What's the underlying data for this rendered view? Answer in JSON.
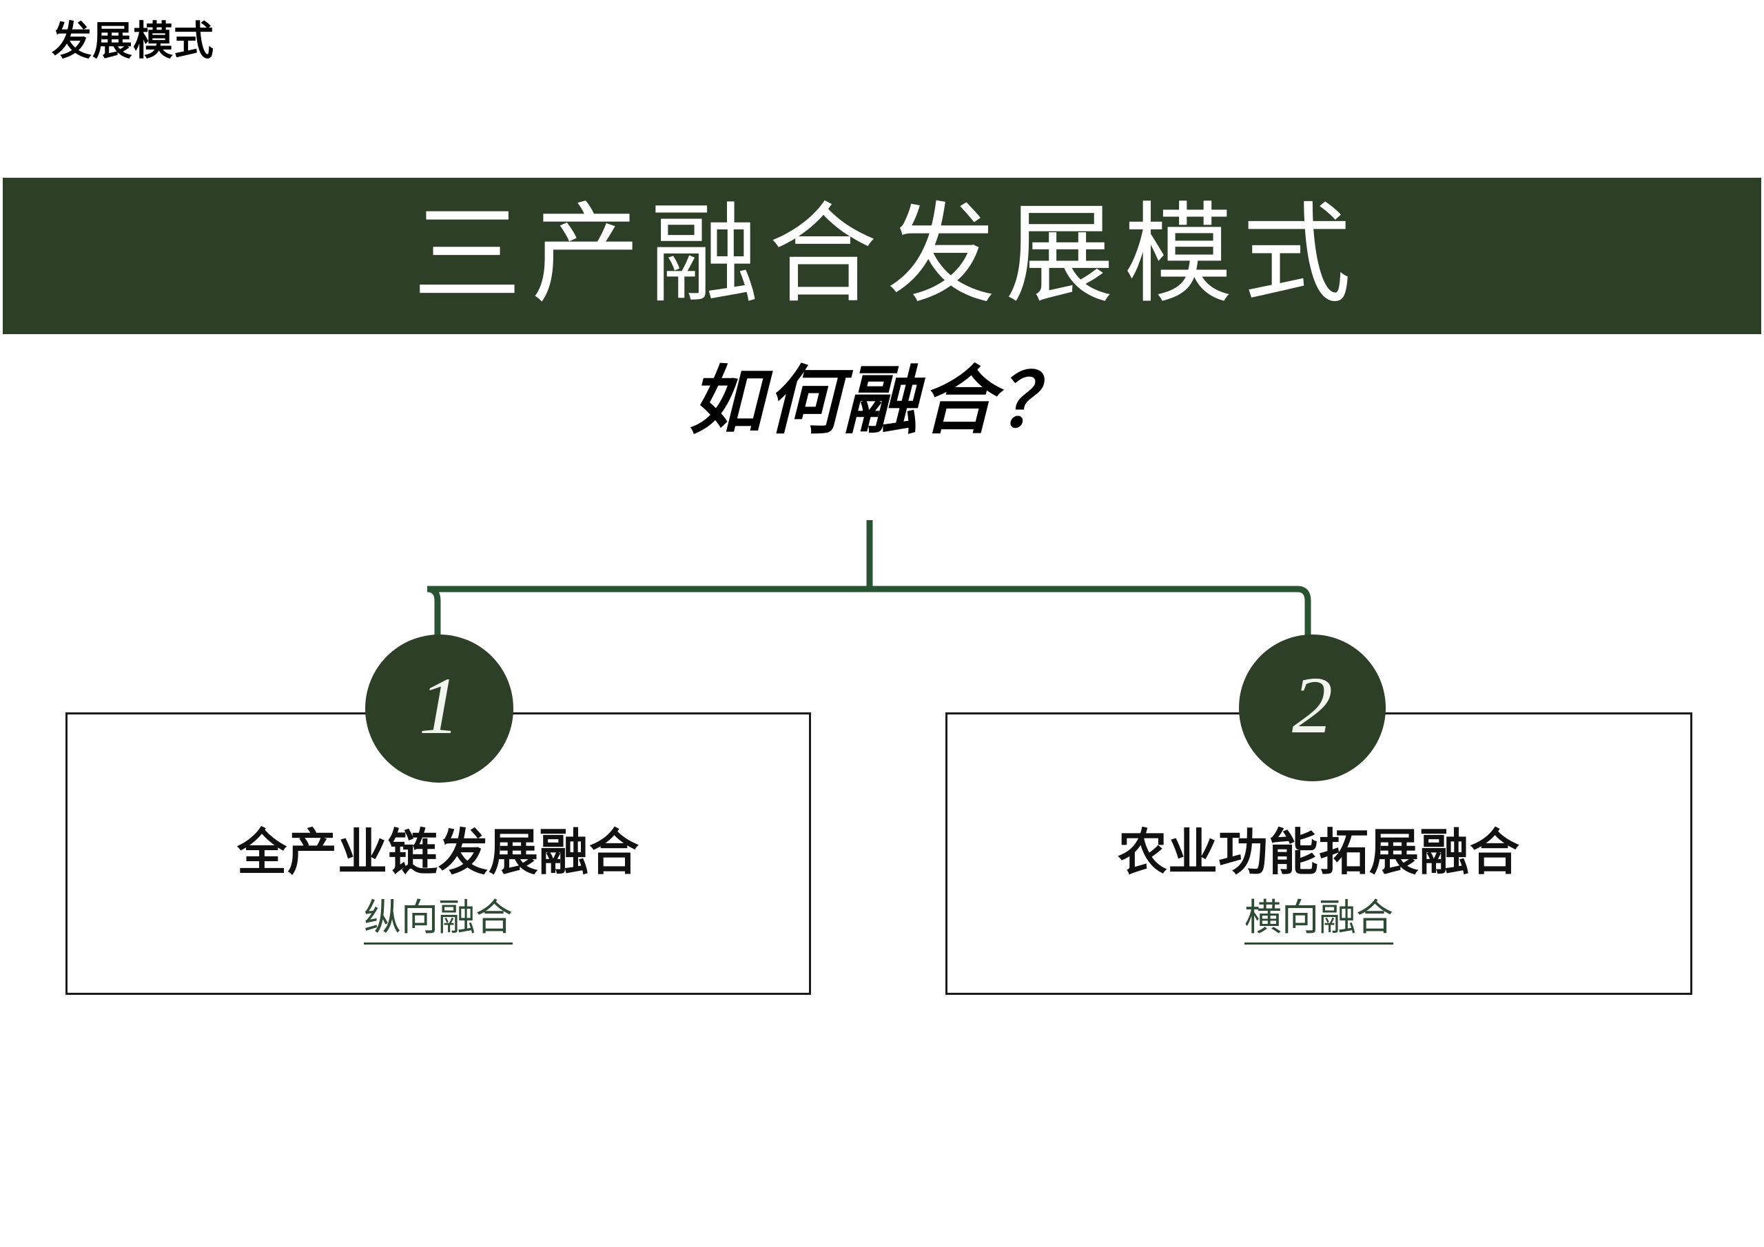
{
  "slide": {
    "top_label": "发展模式",
    "banner_title": "三产融合发展模式",
    "question": "如何融合？",
    "colors": {
      "banner_bg": "#2d3f26",
      "banner_text": "#ffffff",
      "connector_line": "#2a5334",
      "circle_fill": "#2d3f26",
      "circle_number": "#f1f5ee",
      "card_border": "#1a1a1a",
      "card_title": "#111111",
      "card_subtitle": "#2e4a34",
      "page_bg": "#ffffff"
    }
  },
  "branches": [
    {
      "number": "1",
      "title": "全产业链发展融合",
      "subtitle": "纵向融合"
    },
    {
      "number": "2",
      "title": "农业功能拓展融合",
      "subtitle": "横向融合"
    }
  ]
}
